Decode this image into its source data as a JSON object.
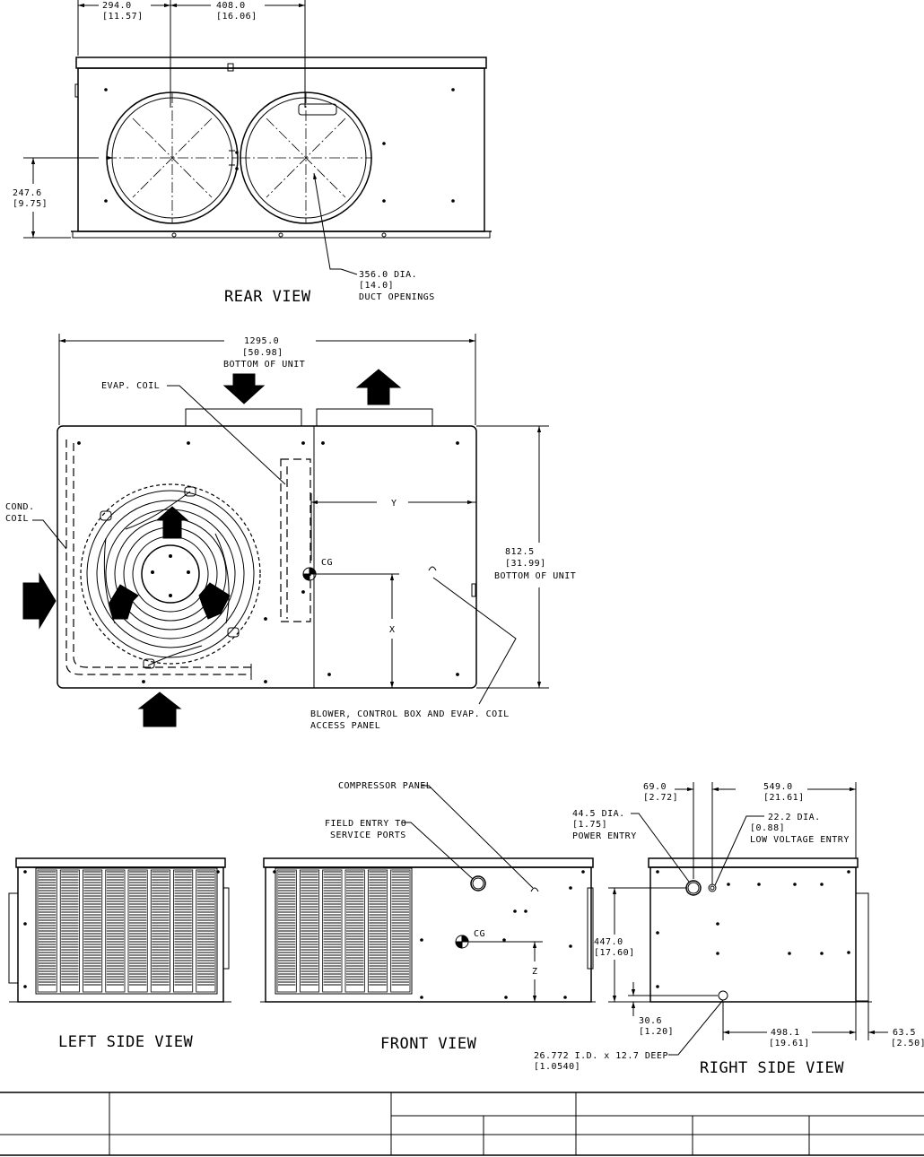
{
  "rear_view": {
    "title": "REAR VIEW",
    "dim_left_mm": "294.0",
    "dim_left_in": "[11.57]",
    "dim_mid_mm": "408.0",
    "dim_mid_in": "[16.06]",
    "dim_height_mm": "247.6",
    "dim_height_in": "[9.75]",
    "duct_dia_mm": "356.0 DIA.",
    "duct_dia_in": "[14.0]",
    "duct_label": "DUCT OPENINGS"
  },
  "top_view": {
    "width_mm": "1295.0",
    "width_in": "[50.98]",
    "width_label": "BOTTOM OF UNIT",
    "depth_mm": "812.5",
    "depth_in": "[31.99]",
    "depth_label": "BOTTOM OF UNIT",
    "evap_coil": "EVAP. COIL",
    "cond_coil_1": "COND.",
    "cond_coil_2": "COIL",
    "y_label": "Y",
    "x_label": "X",
    "cg_label": "CG",
    "access_panel_1": "BLOWER, CONTROL BOX AND EVAP. COIL",
    "access_panel_2": "ACCESS PANEL"
  },
  "side_views": {
    "left_title": "LEFT SIDE VIEW",
    "front_title": "FRONT VIEW",
    "right_title": "RIGHT SIDE VIEW",
    "compressor_panel": "COMPRESSOR PANEL",
    "field_entry_1": "FIELD ENTRY TO",
    "field_entry_2": "SERVICE PORTS",
    "front_cg": "CG",
    "z_label": "Z",
    "dim_69_mm": "69.0",
    "dim_69_in": "[2.72]",
    "dim_549_mm": "549.0",
    "dim_549_in": "[21.61]",
    "power_dia_mm": "44.5  DIA.",
    "power_dia_in": "[1.75]",
    "power_label": "POWER ENTRY",
    "lv_dia_mm": "22.2  DIA.",
    "lv_dia_in": "[0.88]",
    "lv_label": "LOW VOLTAGE ENTRY",
    "dim_447_mm": "447.0",
    "dim_447_in": "[17.60]",
    "dim_306_mm": "30.6",
    "dim_306_in": "[1.20]",
    "dim_4981_mm": "498.1",
    "dim_4981_in": "[19.61]",
    "dim_635_mm": "63.5",
    "dim_635_in": "[2.50]",
    "drain_1": "26.772  I.D. x 12.7 DEEP",
    "drain_2": "[1.0540]"
  }
}
